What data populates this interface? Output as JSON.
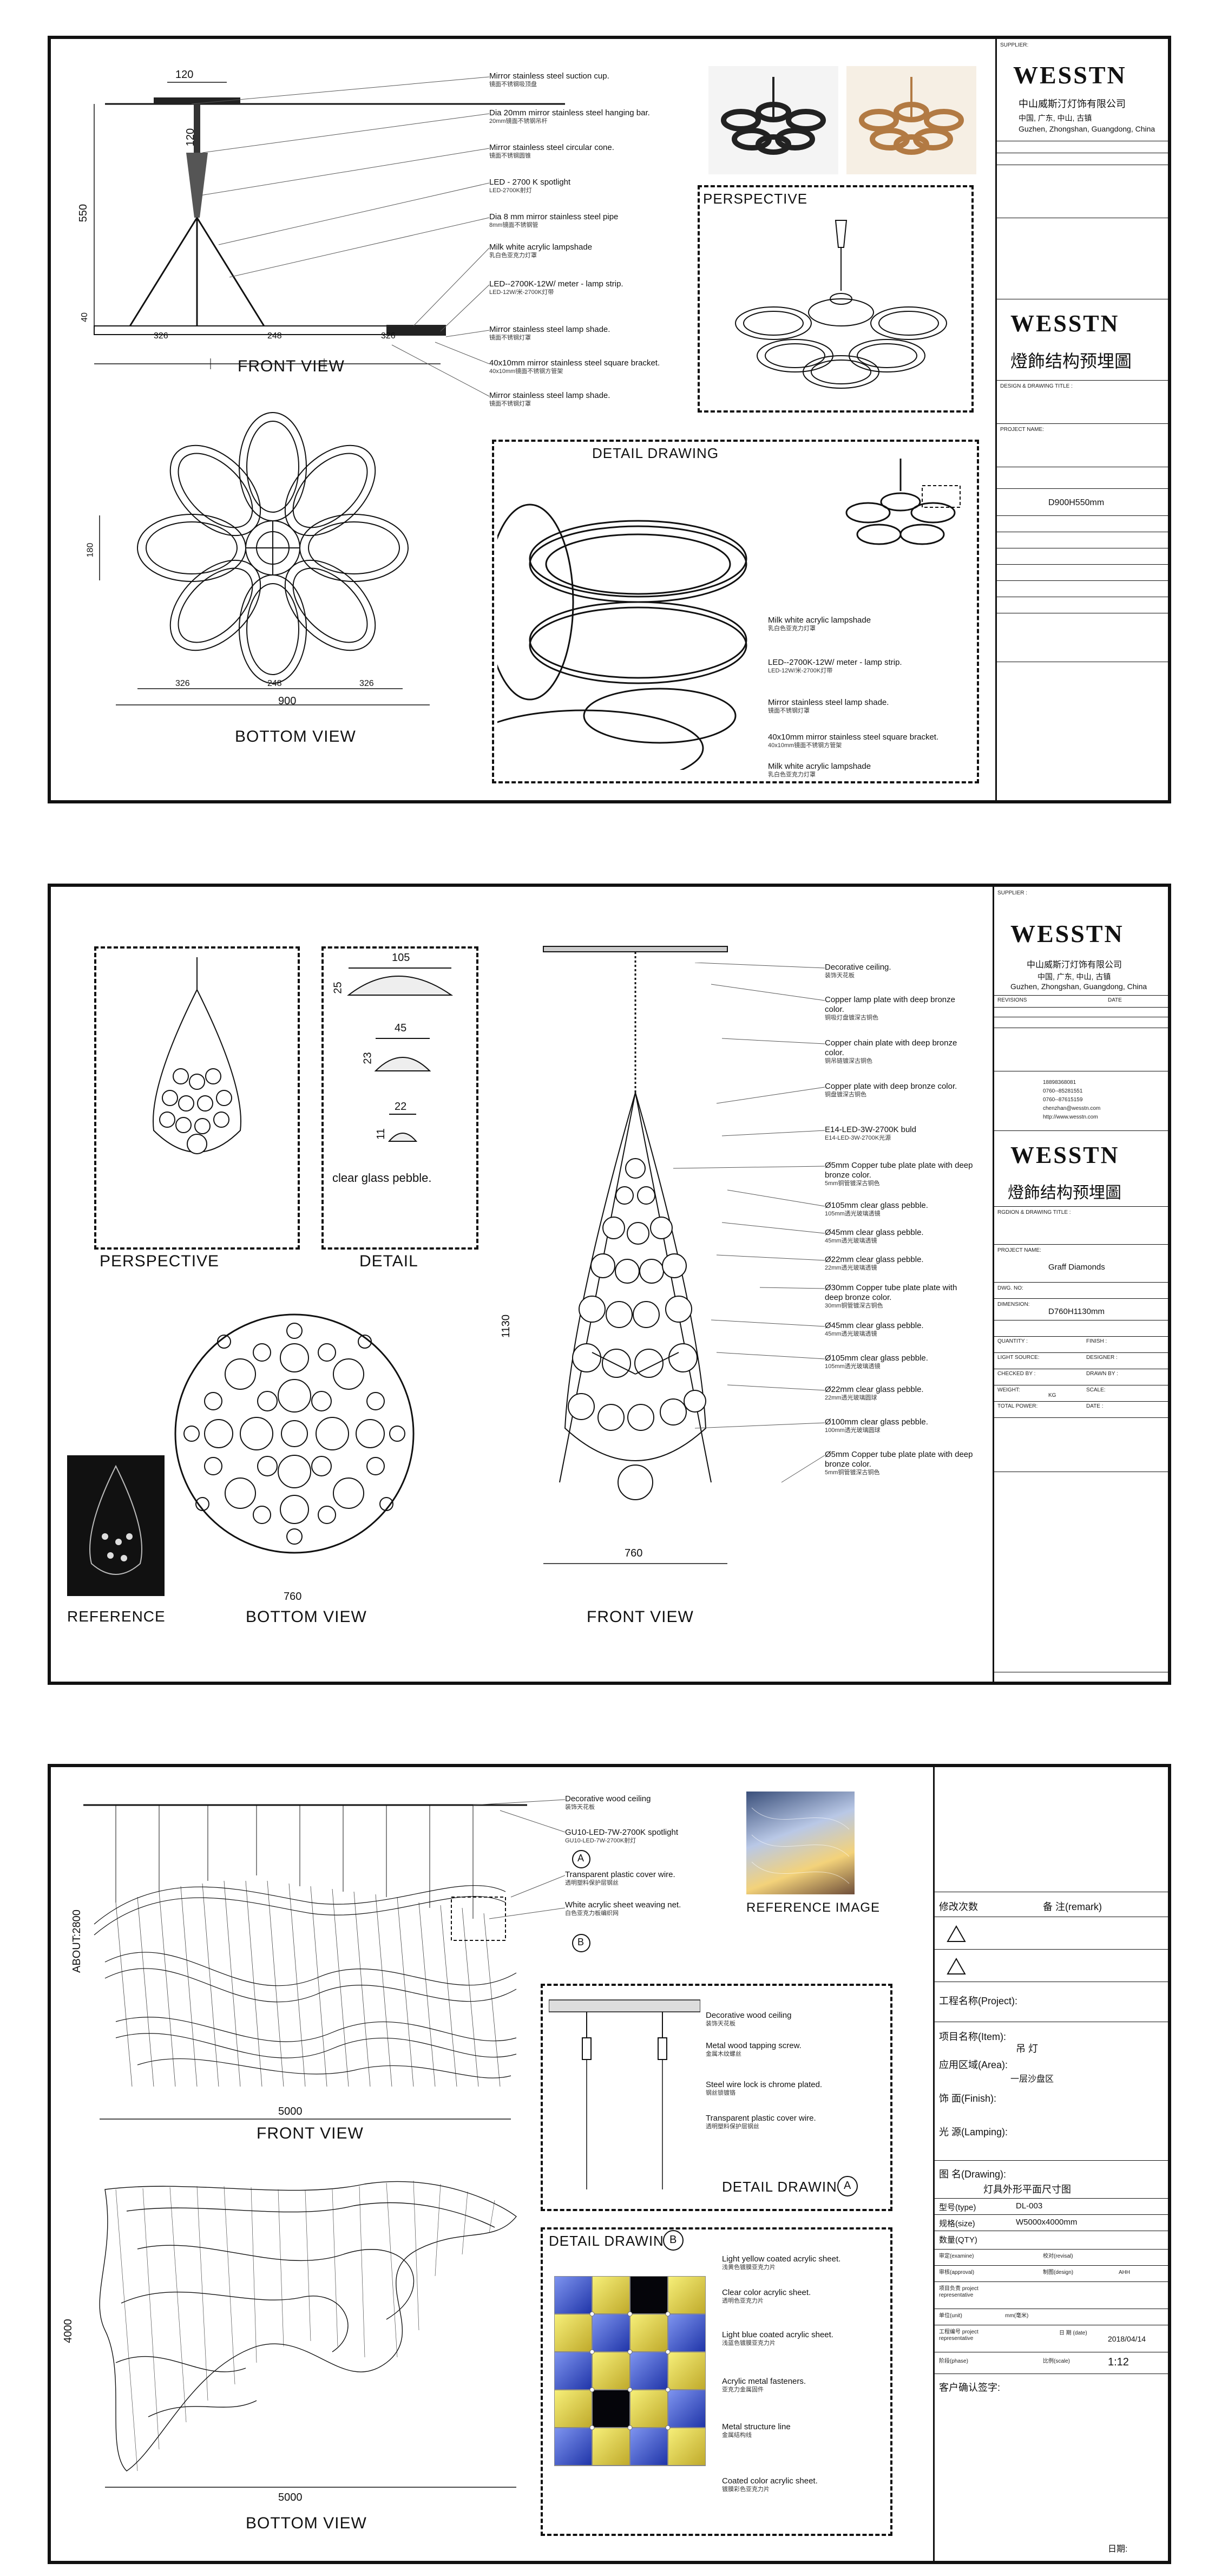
{
  "sheet1": {
    "labels": [
      {
        "en": "Mirror stainless steel suction cup.",
        "cn": "镜面不锈钢吸顶盘"
      },
      {
        "en": "Dia 20mm mirror stainless steel hanging bar.",
        "cn": "20mm镜面不锈钢吊杆"
      },
      {
        "en": "Mirror stainless steel circular cone.",
        "cn": "镜面不锈钢圆锥"
      },
      {
        "en": "LED - 2700 K spotlight",
        "cn": "LED-2700K射灯"
      },
      {
        "en": "Dia 8 mm mirror stainless steel pipe",
        "cn": "8mm镜面不锈钢管"
      },
      {
        "en": "Milk white acrylic lampshade",
        "cn": "乳白色亚克力灯罩"
      },
      {
        "en": "LED--2700K-12W/ meter - lamp strip.",
        "cn": "LED-12W/米-2700K灯带"
      },
      {
        "en": "Mirror stainless steel lamp shade.",
        "cn": "镜面不锈钢灯罩"
      },
      {
        "en": "40x10mm mirror stainless steel square bracket.",
        "cn": "40x10mm镜面不锈钢方管架"
      },
      {
        "en": "Mirror stainless steel lamp shade.",
        "cn": "镜面不锈钢灯罩"
      }
    ],
    "detail_labels": [
      {
        "en": "Milk white acrylic lampshade",
        "cn": "乳白色亚克力灯罩"
      },
      {
        "en": "LED--2700K-12W/ meter - lamp strip.",
        "cn": "LED-12W/米-2700K灯带"
      },
      {
        "en": "Mirror stainless steel lamp shade.",
        "cn": "镜面不锈钢灯罩"
      },
      {
        "en": "40x10mm mirror stainless steel square bracket.",
        "cn": "40x10mm镜面不锈钢方管架"
      },
      {
        "en": "Milk white acrylic lampshade",
        "cn": "乳白色亚克力灯罩"
      }
    ],
    "front_view": "FRONT VIEW",
    "bottom_view": "BOTTOM  VIEW",
    "perspective": "PERSPECTIVE",
    "detail_drawing": "DETAIL DRAWING",
    "dims": {
      "top": "120",
      "height": "550",
      "cone": "120",
      "small": "40",
      "a": "326",
      "b": "248",
      "c": "326",
      "side": "180",
      "total": "900"
    },
    "title_block": {
      "supplier": "SUPPLIER:",
      "logo": "WESSTN",
      "company_cn": "中山威斯汀灯饰有限公司",
      "addr_cn": "中国, 广东, 中山, 古镇",
      "addr_en": "Guzhen, Zhongshan, Guangdong, China",
      "title_cn": "燈飾结构预埋圖",
      "dimension": "D900H550mm",
      "drawing_title": "DESIGN & DRAWING TITLE :",
      "project_name": "PROJECT NAME:"
    }
  },
  "sheet2": {
    "labels": [
      {
        "en": "Decorative ceiling.",
        "cn": "装饰天花板"
      },
      {
        "en": "Copper lamp plate with deep bronze color.",
        "cn": "铜吸灯盘镀深古铜色"
      },
      {
        "en": "Copper chain plate with deep bronze color.",
        "cn": "铜吊链镀深古铜色"
      },
      {
        "en": "Copper plate with deep bronze color.",
        "cn": "铜盘镀深古铜色"
      },
      {
        "en": "E14-LED-3W-2700K buld",
        "cn": "E14-LED-3W-2700K光源"
      },
      {
        "en": "Ø5mm Copper tube plate plate with deep bronze color.",
        "cn": "5mm铜管镀深古铜色"
      },
      {
        "en": "Ø105mm clear glass pebble.",
        "cn": "105mm透光玻璃透镜"
      },
      {
        "en": "Ø45mm clear glass pebble.",
        "cn": "45mm透光玻璃透镜"
      },
      {
        "en": "Ø22mm clear glass pebble.",
        "cn": "22mm透光玻璃透镜"
      },
      {
        "en": "Ø30mm Copper tube plate plate with deep bronze color.",
        "cn": "30mm铜管镀深古铜色"
      },
      {
        "en": "Ø45mm clear glass pebble.",
        "cn": "45mm透光玻璃透镜"
      },
      {
        "en": "Ø105mm clear glass pebble.",
        "cn": "105mm透光玻璃透镜"
      },
      {
        "en": "Ø22mm clear glass pebble.",
        "cn": "22mm透光玻璃圆球"
      },
      {
        "en": "Ø100mm clear glass pebble.",
        "cn": "100mm透光玻璃圆球"
      },
      {
        "en": "Ø5mm Copper tube plate plate with deep bronze color.",
        "cn": "5mm铜管镀深古铜色"
      }
    ],
    "perspective": "PERSPECTIVE",
    "detail": "DETAIL",
    "reference": "REFERENCE",
    "bottom_view": "BOTTOM  VIEW",
    "front_view": "FRONT VIEW",
    "pebble_note": "clear glass pebble.",
    "dims": {
      "d105": "105",
      "d25": "25",
      "d45": "45",
      "d23": "23",
      "d22": "22",
      "d11": "11",
      "h": "1130",
      "w1": "760",
      "w2": "760"
    },
    "title_block": {
      "supplier": "SUPPLIER :",
      "logo": "WESSTN",
      "company_cn": "中山威斯汀灯饰有限公司",
      "addr_cn": "中国, 广东, 中山, 古镇",
      "addr_en": "Guzhen, Zhongshan, Guangdong, China",
      "revisions": "REVISIONS",
      "date": "DATE",
      "title_cn": "燈飾结构预埋圖",
      "drawing_title": "RGDION & DRAWING TITLE :",
      "project_name": "PROJECT NAME:",
      "project_value": "Graff Diamonds",
      "dimension_label": "DIMENSION:",
      "dimension": "D760H1130mm",
      "dwg_no": "DWG. NO:",
      "quantity": "QUANTITY :",
      "finish": "FINISH :",
      "light_source": "LIGHT SOURCE:",
      "designer": "DESIGNER :",
      "checked_by": "CHECKED BY :",
      "drawn_by": "DRAWN BY :",
      "weight": "WEIGHT:",
      "weight_unit": "KG",
      "scale": "SCALE:",
      "total_power": "TOTAL POWER:",
      "date2": "DATE :",
      "phone": "18898368081",
      "tel": "0760--85281551",
      "fax": "0760--87615159",
      "email": "chenzhan@wesstn.com",
      "web": "http://www.wesstn.com"
    }
  },
  "sheet3": {
    "labels": [
      {
        "en": "Decorative wood ceiling",
        "cn": "装饰天花板"
      },
      {
        "en": "GU10-LED-7W-2700K spotlight",
        "cn": "GU10-LED-7W-2700K射灯"
      },
      {
        "en": "Transparent plastic cover wire.",
        "cn": "透明塑料保护层钢丝"
      },
      {
        "en": "White acrylic sheet weaving net.",
        "cn": "白色亚克力板编织网"
      }
    ],
    "detail_a_labels": [
      {
        "en": "Decorative wood ceiling",
        "cn": "装饰天花板"
      },
      {
        "en": "Metal wood tapping screw.",
        "cn": "金属木纹螺丝"
      },
      {
        "en": "Steel wire lock is chrome plated.",
        "cn": "钢丝锁镀铬"
      },
      {
        "en": "Transparent plastic cover wire.",
        "cn": "透明塑料保护层钢丝"
      }
    ],
    "detail_b_labels": [
      {
        "en": "Light yellow coated acrylic sheet.",
        "cn": "浅黄色镀膜亚克力片"
      },
      {
        "en": "Clear color acrylic sheet.",
        "cn": "透明色亚克力片"
      },
      {
        "en": "Light blue coated acrylic sheet.",
        "cn": "浅蓝色镀膜亚克力片"
      },
      {
        "en": "Acrylic metal fasteners.",
        "cn": "亚克力金属固件"
      },
      {
        "en": "Metal structure line",
        "cn": "金属结构线"
      },
      {
        "en": "Coated color acrylic sheet.",
        "cn": "镀膜彩色亚克力片"
      }
    ],
    "marker_a": "A",
    "marker_b": "B",
    "reference_image": "REFERENCE IMAGE",
    "front_view": "FRONT VIEW",
    "bottom_view": "BOTTOM  VIEW",
    "detail_a": "DETAIL DRAWING",
    "detail_b": "DETAIL DRAWING",
    "dims": {
      "height": "ABOUT:2800",
      "w1": "5000",
      "d": "4000",
      "w2": "5000"
    },
    "title_block": {
      "rev": "修改次数",
      "remark": "备  注(remark)",
      "project": "工程名称(Project):",
      "item": "项目名称(Item):",
      "item_value": "吊  灯",
      "area": "应用区域(Area):",
      "area_value": "一层沙盘区",
      "finish": "饰   面(Finish):",
      "lamping": "光   源(Lamping):",
      "drawing": "图  名(Drawing):",
      "drawing_value": "灯具外形平面尺寸图",
      "type": "型号(type)",
      "type_value": "DL-003",
      "size": "规格(size)",
      "size_value": "W5000x4000mm",
      "qty": "数量(QTY)",
      "examine": "审定(examine)",
      "revisal": "校对(revisal)",
      "approval": "审核(approval)",
      "design": "制图(design)",
      "design_value": "AHH",
      "representative": "项目负责 project representative",
      "unit": "单位(unit)",
      "unit_value": "mm(毫米)",
      "code": "工程编号 project representative",
      "date": "日 期 (date)",
      "date_value": "2018/04/14",
      "phase": "阶段(phase)",
      "scale": "比例(scale)",
      "scale_value": "1:12",
      "customer": "客户确认签字:",
      "sign_date": "日期:"
    }
  },
  "colors": {
    "ink": "#111111",
    "yellow": "#f2e64a",
    "blue": "#3b56d9",
    "dark": "#0a0a14",
    "gray": "#777777"
  }
}
